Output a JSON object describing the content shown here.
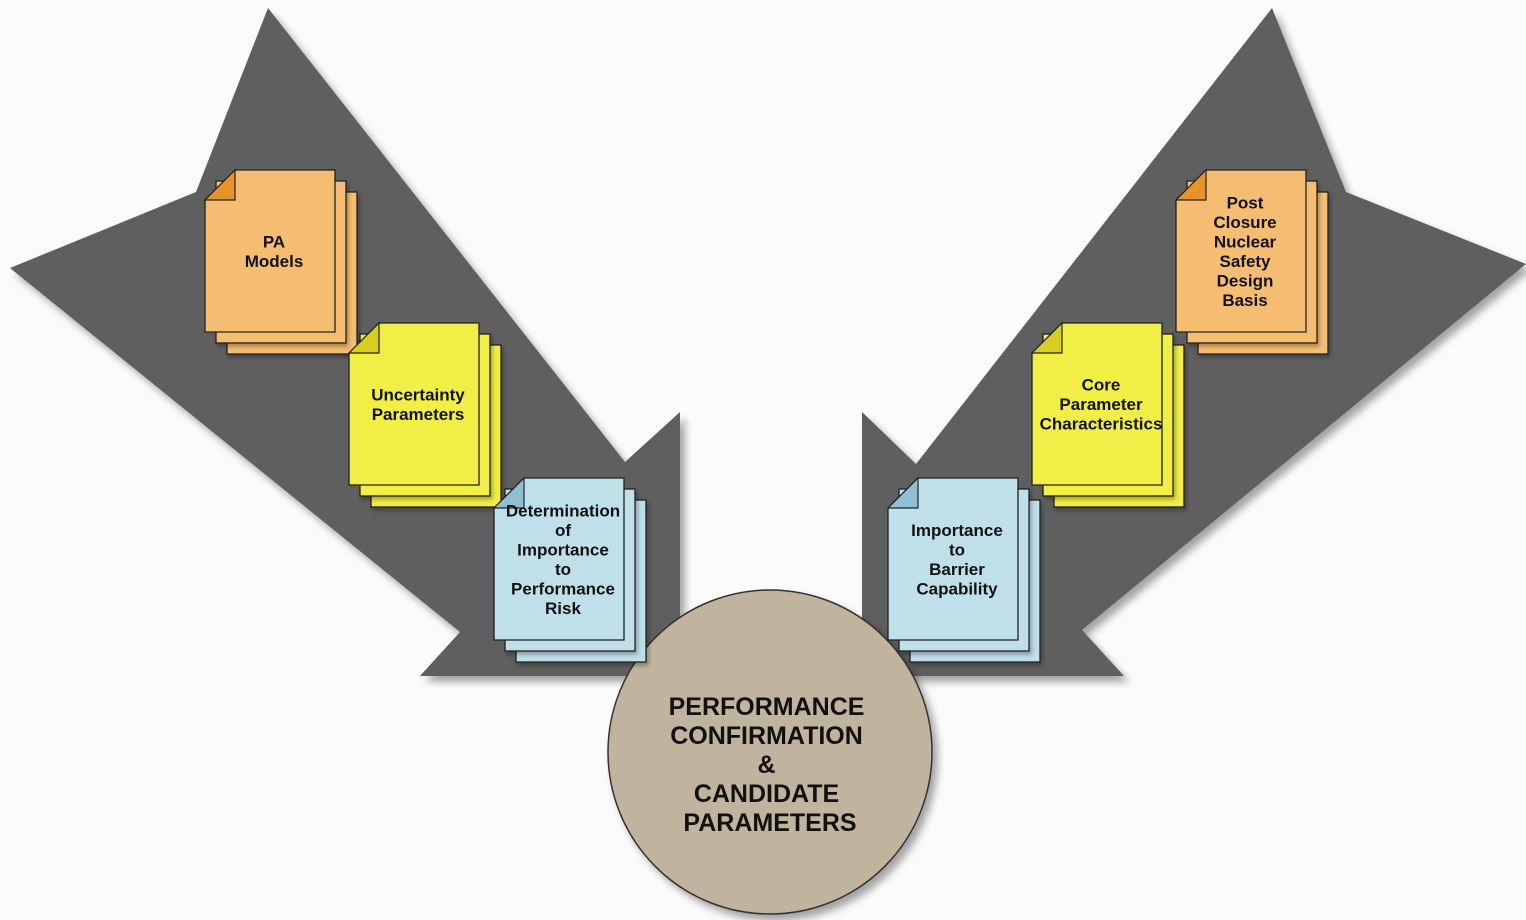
{
  "colors": {
    "background": "#fbfbfb",
    "arrow": "#5e5e5e",
    "orange_doc": "#f5bd72",
    "orange_fold": "#e8922a",
    "yellow_doc": "#f1ee45",
    "yellow_fold": "#d9cf22",
    "blue_doc": "#bfdfe9",
    "blue_fold": "#8fbfd2",
    "center_circle": "#c0b49e"
  },
  "left_arrow": {
    "documents": [
      {
        "color": "orange",
        "lines": [
          "PA",
          "Models"
        ]
      },
      {
        "color": "yellow",
        "lines": [
          "Uncertainty",
          "Parameters"
        ]
      },
      {
        "color": "blue",
        "lines": [
          "Determination",
          "of",
          "Importance",
          "to",
          "Performance",
          "Risk"
        ]
      }
    ]
  },
  "right_arrow": {
    "documents": [
      {
        "color": "orange",
        "lines": [
          "Post",
          "Closure",
          "Nuclear",
          "Safety",
          "Design",
          "Basis"
        ]
      },
      {
        "color": "yellow",
        "lines": [
          "Core",
          "Parameter",
          "Characteristics"
        ]
      },
      {
        "color": "blue",
        "lines": [
          "Importance",
          "to",
          "Barrier",
          "Capability"
        ]
      }
    ]
  },
  "center": {
    "lines": [
      "PERFORMANCE",
      "CONFIRMATION",
      "&",
      "CANDIDATE",
      "PARAMETERS"
    ]
  }
}
